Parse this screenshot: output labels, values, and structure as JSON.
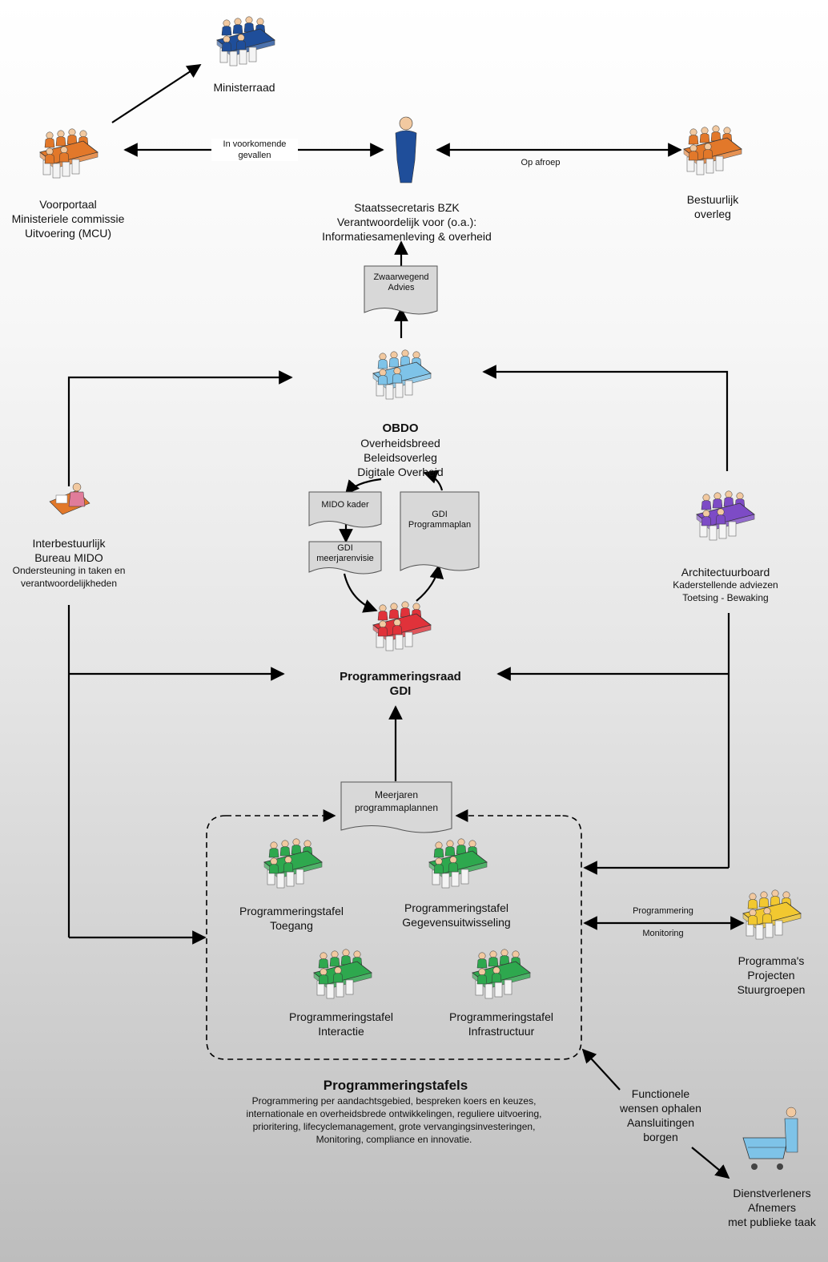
{
  "nodes": {
    "ministerraad": "Ministerraad",
    "voorportaal": "Voorportaal\nMinisteriele commissie\nUitvoering (MCU)",
    "staatssecretaris": "Staatssecretaris BZK\nVerantwoordelijk voor (o.a.):\nInformatiesamenleving & overheid",
    "bestuurlijk": "Bestuurlijk\noverleg",
    "obdo_title": "OBDO",
    "obdo_sub": "Overheidsbreed\nBeleidsoverleg\nDigitale Overheid",
    "bureau_mido": "Interbestuurlijk\nBureau MIDO",
    "bureau_mido_sub": "Ondersteuning in taken en\nverantwoordelijkheden",
    "architectuurboard": "Architectuurboard",
    "architectuurboard_sub": "Kaderstellende adviezen\nToetsing - Bewaking",
    "programmeringsraad": "Programmeringsraad\nGDI",
    "tafel_toegang": "Programmeringstafel\nToegang",
    "tafel_gegevens": "Programmeringstafel\nGegevensuitwisseling",
    "tafel_interactie": "Programmeringstafel\nInteractie",
    "tafel_infra": "Programmeringstafel\nInfrastructuur",
    "programmas": "Programma's\nProjecten\nStuurgroepen",
    "dienstverleners": "Dienstverleners\nAfnemers\nmet publieke taak",
    "functionele": "Functionele\nwensen ophalen\nAansluitingen\nborgen"
  },
  "documents": {
    "zwaarwegend": "Zwaarwegend\nAdvies",
    "mido_kader": "MIDO kader",
    "gdi_meerjarenvisie": "GDI\nmeerjarenvisie",
    "gdi_programmaplan": "GDI\nProgrammaplan",
    "meerjaren": "Meerjaren\nprogrammaplannen"
  },
  "edge_labels": {
    "in_voorkomende": "In voorkomende\ngevallen",
    "op_afroep": "Op afroep",
    "programmering": "Programmering",
    "monitoring": "Monitoring"
  },
  "footer": {
    "title": "Programmeringstafels",
    "text": "Programmering per aandachtsgebied, bespreken koers en keuzes,\ninternationale en overheidsbrede ontwikkelingen, reguliere uitvoering,\nprioritering, lifecyclemanagement, grote vervangingsinvesteringen,\nMonitoring, compliance en innovatie."
  },
  "colors": {
    "blue": "#1f4e9a",
    "light_blue": "#7ec3e8",
    "red": "#e0323a",
    "purple": "#7d4bc6",
    "green": "#2ea84e",
    "yellow": "#f2c830",
    "orange": "#e2782a",
    "doc": "#d8d8d8"
  }
}
